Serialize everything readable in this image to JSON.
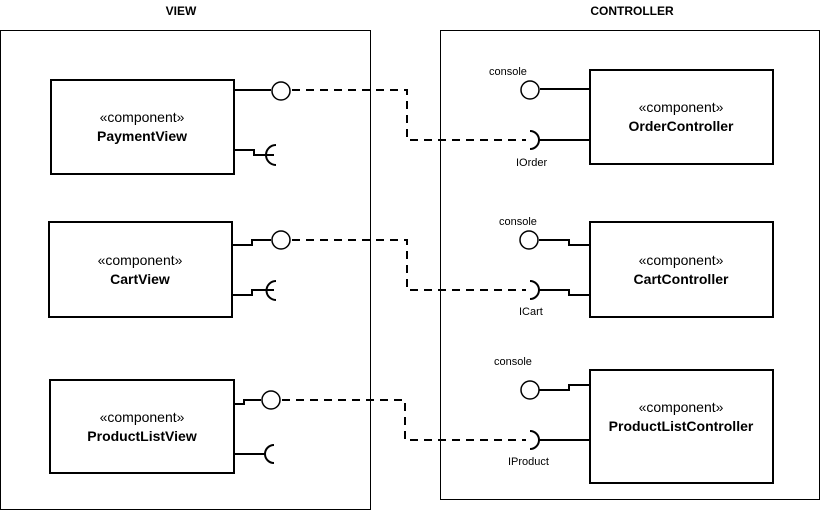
{
  "packages": {
    "view": "VIEW",
    "controller": "CONTROLLER"
  },
  "stereotype": "«component»",
  "view_components": [
    {
      "name": "PaymentView"
    },
    {
      "name": "CartView"
    },
    {
      "name": "ProductListView"
    }
  ],
  "controller_components": [
    {
      "name": "OrderController",
      "provided": "console",
      "required": "IOrder"
    },
    {
      "name": "CartController",
      "provided": "console",
      "required": "ICart"
    },
    {
      "name": "ProductListController",
      "provided": "console",
      "required": "IProduct"
    }
  ],
  "colors": {
    "stroke": "#000000",
    "background": "#ffffff"
  }
}
